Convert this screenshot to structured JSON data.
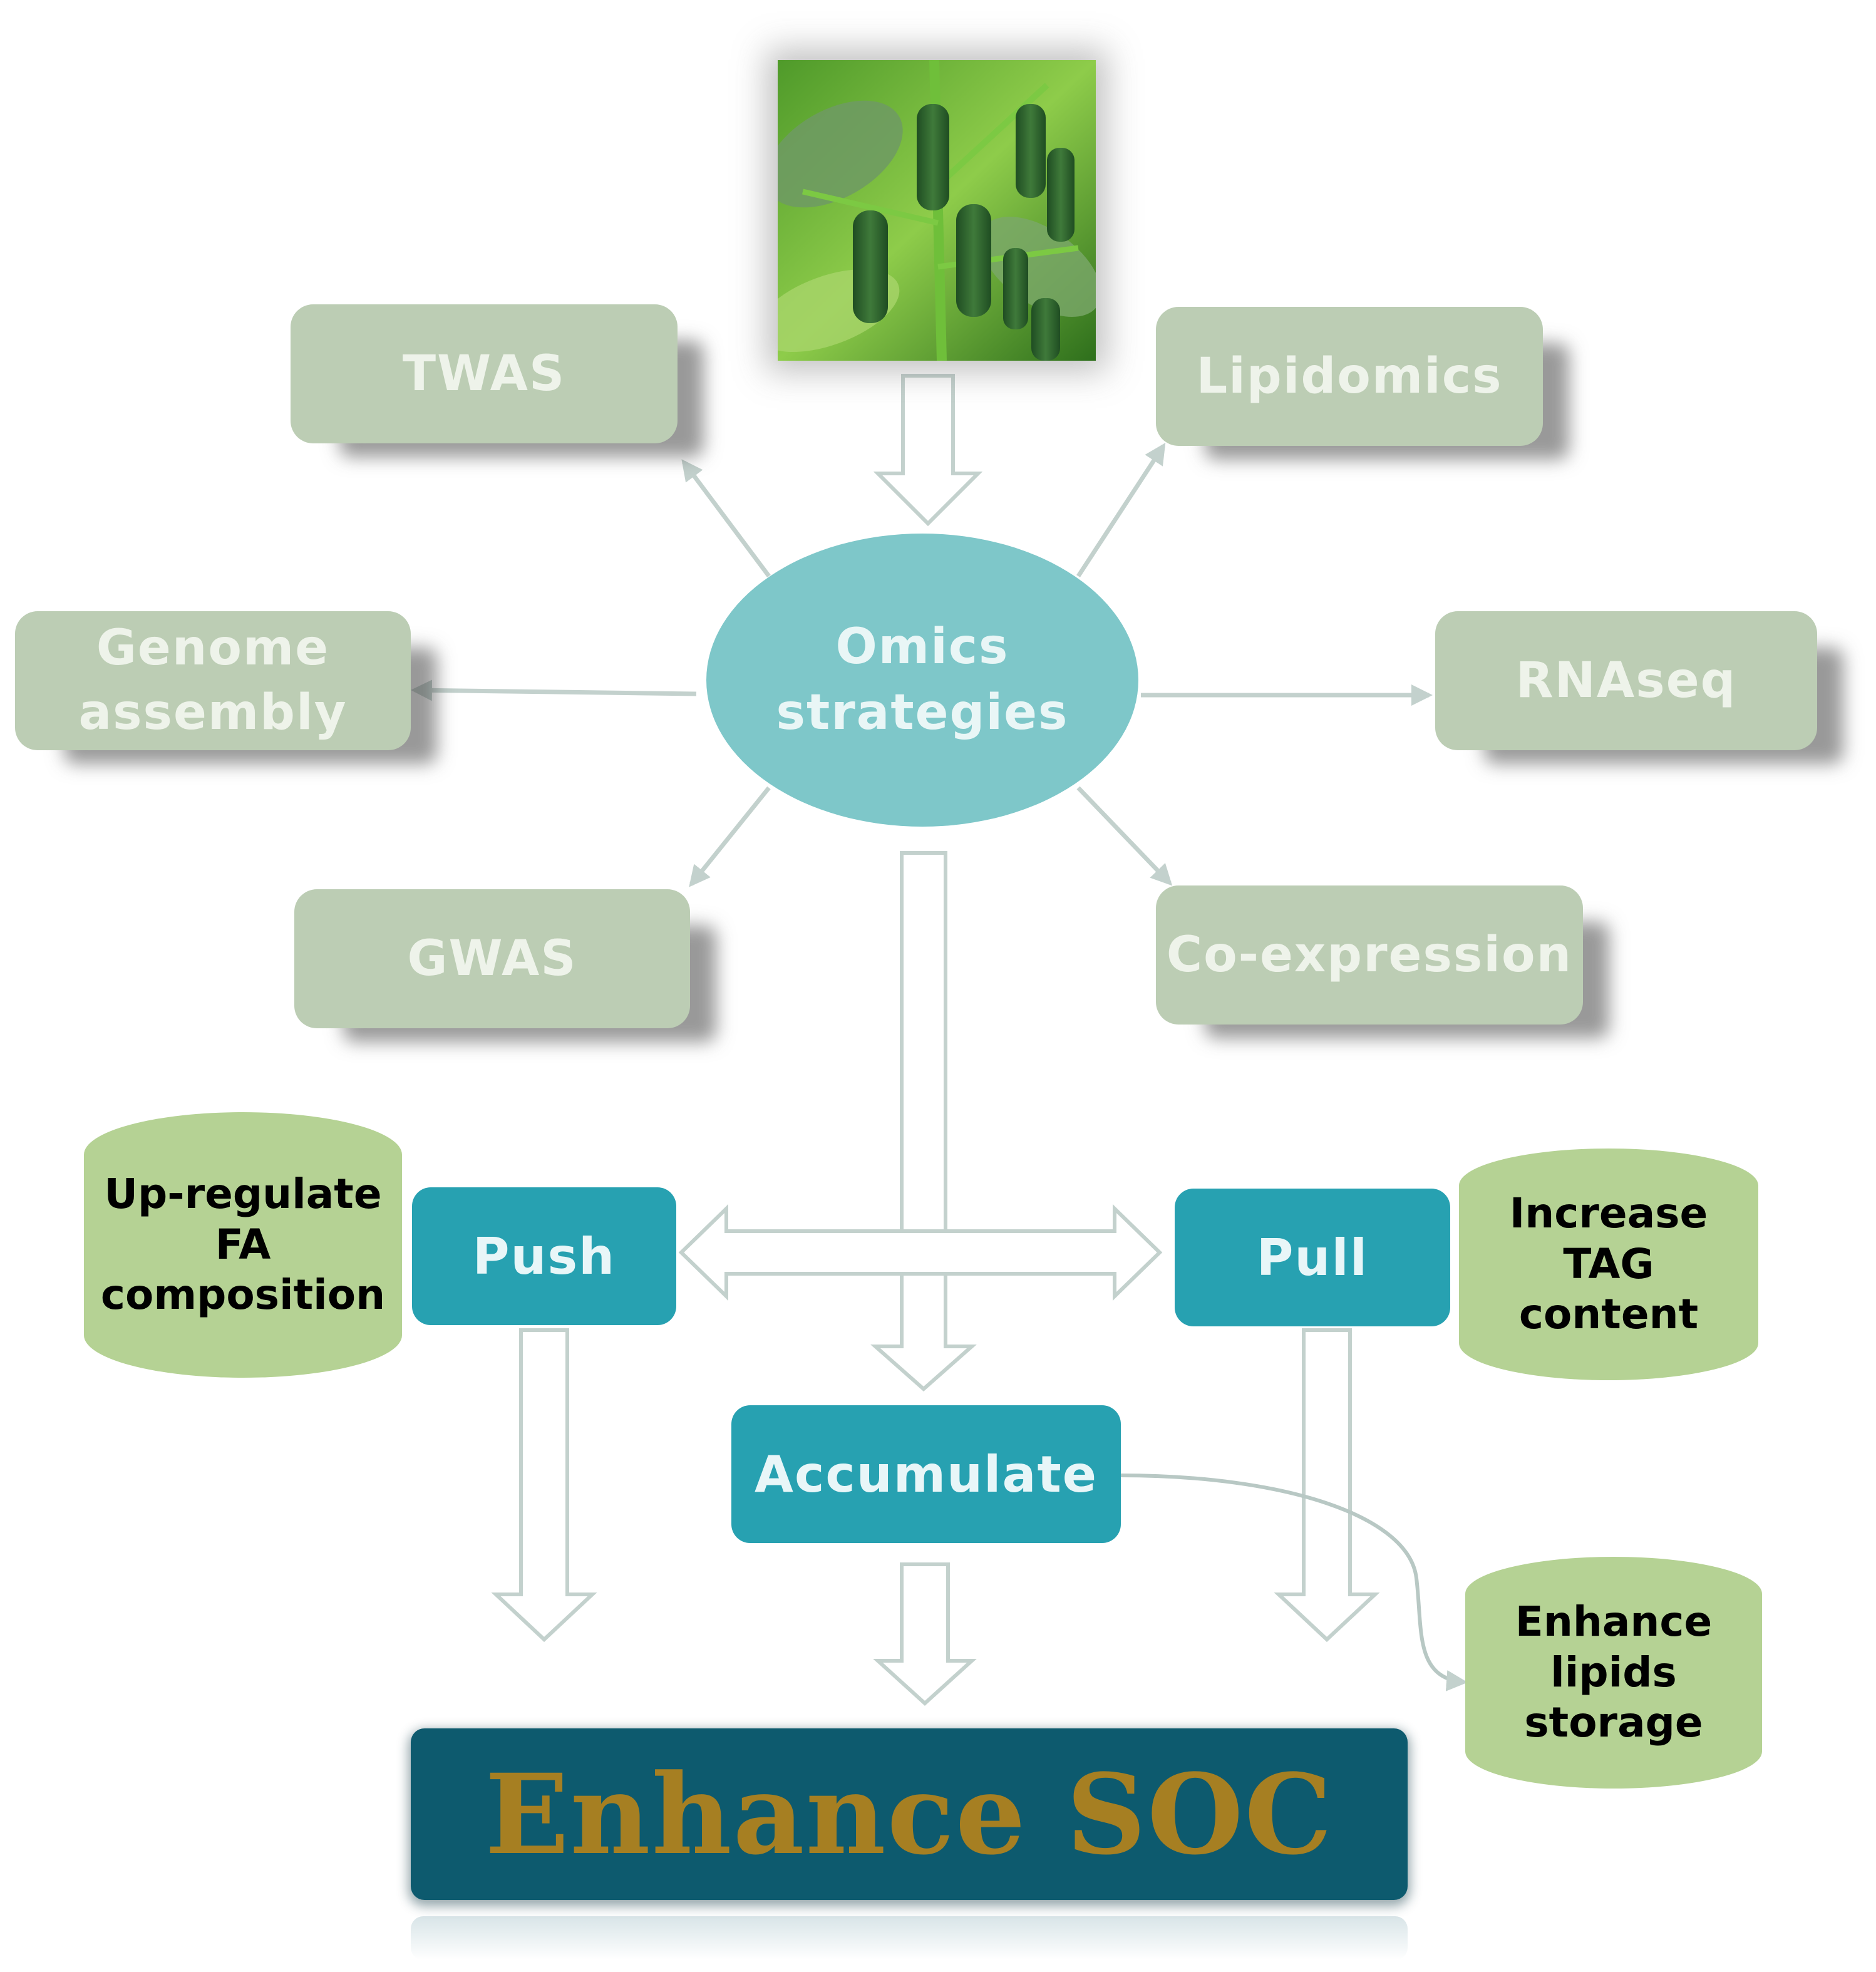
{
  "diagram": {
    "hub_label": "Omics\nstrategies",
    "omics_methods": {
      "twas": "TWAS",
      "lipidomics": "Lipidomics",
      "genome_assembly": "Genome\nassembly",
      "rnaseq": "RNAseq",
      "gwas": "GWAS",
      "coexpression": "Co-expression"
    },
    "mechanisms": {
      "push": "Push",
      "pull": "Pull",
      "accumulate": "Accumulate"
    },
    "effects": {
      "push_effect": "Up-regulate\nFA\ncomposition",
      "pull_effect": "Increase\nTAG\ncontent",
      "accumulate_effect": "Enhance\nlipids\nstorage"
    },
    "goal": "Enhance SOC",
    "photo_icon": "sesame-plant-photo"
  },
  "colors": {
    "omics_box": "#bccdb4",
    "hub": "#7ec7c9",
    "mechanism_box": "#27a1b1",
    "effect_cylinder": "#b5d294",
    "goal_box": "#0d5a6e",
    "goal_text": "#a67f22",
    "arrow": "#c3d1cd"
  }
}
